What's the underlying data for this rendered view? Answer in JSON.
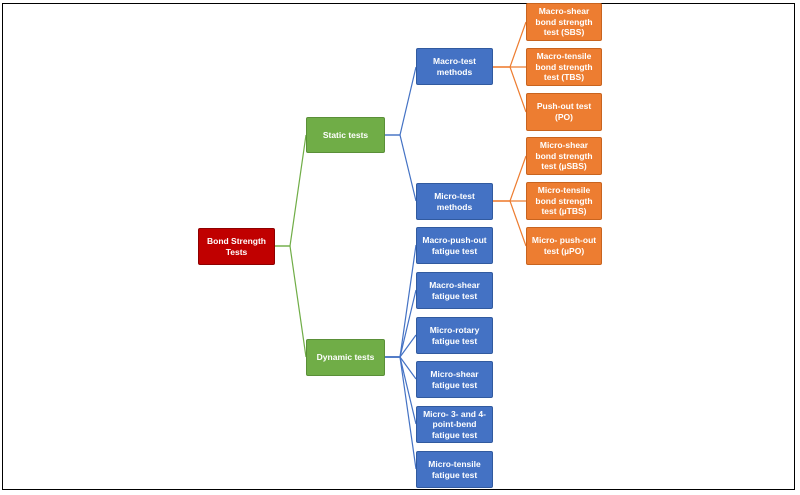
{
  "diagram": {
    "root": "Bond Strength Tests",
    "static": {
      "label": "Static tests",
      "macro": {
        "label": "Macro-test methods",
        "tests": [
          "Macro-shear bond strength test (SBS)",
          "Macro-tensile bond strength test (TBS)",
          "Push-out test (PO)"
        ]
      },
      "micro": {
        "label": "Micro-test methods",
        "tests": [
          "Micro-shear bond strength test (µSBS)",
          "Micro-tensile bond strength test (µTBS)",
          "Micro- push-out test (µPO)"
        ]
      }
    },
    "dynamic": {
      "label": "Dynamic tests",
      "tests": [
        "Macro-push-out fatigue test",
        "Macro-shear fatigue test",
        "Micro-rotary fatigue test",
        "Micro-shear fatigue test",
        "Micro- 3- and 4-point-bend fatigue test",
        "Micro-tensile fatigue test"
      ]
    }
  },
  "colors": {
    "root": "#C00000",
    "category": "#70AD47",
    "method": "#4472C4",
    "test": "#ED7D31",
    "line_green": "#70AD47",
    "line_blue": "#4472C4",
    "line_orange": "#ED7D31"
  }
}
